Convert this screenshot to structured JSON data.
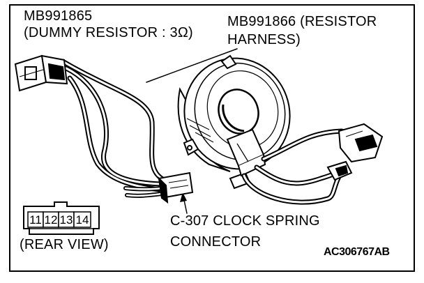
{
  "labels": {
    "dummy_resistor_part": "MB991865",
    "dummy_resistor_desc": "(DUMMY RESISTOR : 3Ω)",
    "resistor_harness_part": "MB991866 (RESISTOR",
    "resistor_harness_desc": "HARNESS)",
    "connector_line1": "C-307 CLOCK SPRING",
    "connector_line2": "CONNECTOR",
    "rear_view": "(REAR VIEW)",
    "figure_code": "AC306767AB"
  },
  "pins": [
    "11",
    "12",
    "13",
    "14"
  ]
}
